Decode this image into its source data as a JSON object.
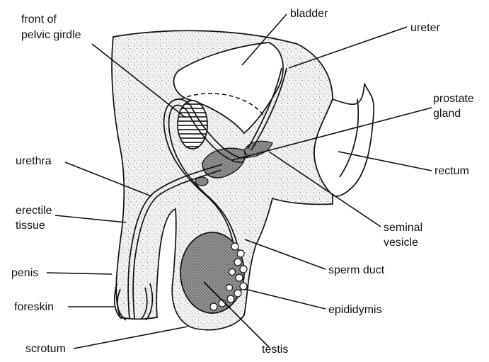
{
  "labels": {
    "front_of_pelvic_girdle_1": "front of",
    "front_of_pelvic_girdle_2": "pelvic girdle",
    "bladder": "bladder",
    "ureter": "ureter",
    "prostate_gland_1": "prostate",
    "prostate_gland_2": "gland",
    "urethra": "urethra",
    "rectum": "rectum",
    "erectile_tissue_1": "erectile",
    "erectile_tissue_2": "tissue",
    "seminal_vesicle_1": "seminal",
    "seminal_vesicle_2": "vesicle",
    "penis": "penis",
    "sperm_duct": "sperm duct",
    "foreskin": "foreskin",
    "epididymis": "epididymis",
    "scrotum": "scrotum",
    "testis": "testis"
  }
}
